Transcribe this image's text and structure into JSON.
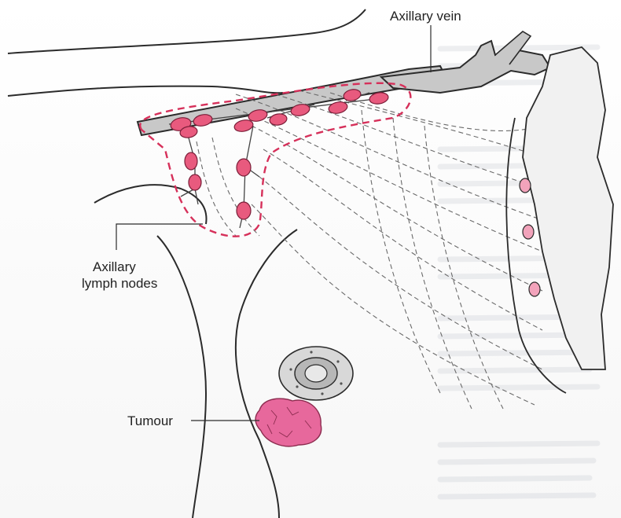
{
  "diagram": {
    "labels": {
      "axillary_vein": "Axillary vein",
      "axillary_nodes_line1": "Axillary",
      "axillary_nodes_line2": "lymph nodes",
      "tumour": "Tumour"
    },
    "colors": {
      "outline": "#2b2b2b",
      "vein_fill": "#c8c8c8",
      "lymph_node": "#e85a7e",
      "node_boundary": "#d6305a",
      "skeleton_fill": "#f1f1f1",
      "tumour": "#e7689c"
    }
  }
}
